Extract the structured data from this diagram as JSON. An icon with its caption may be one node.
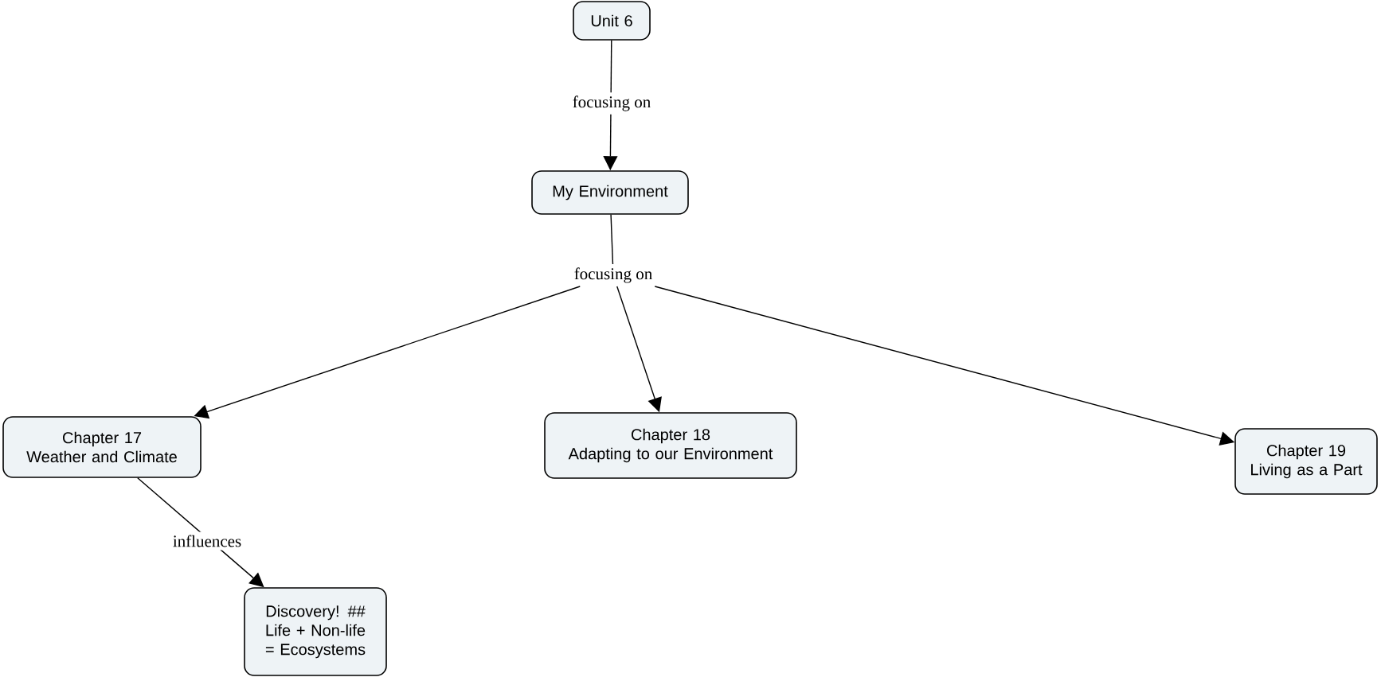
{
  "diagram": {
    "nodes": [
      {
        "text": [
          "Unit 6"
        ]
      },
      {
        "text": [
          "My Environment"
        ]
      },
      {
        "text": [
          "focusing on"
        ]
      },
      {
        "text": [
          "Chapter 17",
          "Weather and Climate"
        ]
      },
      {
        "text": [
          "Chapter 18",
          "Adapting to our Environment"
        ]
      },
      {
        "text": [
          "Chapter 19",
          "Living as a Part"
        ]
      },
      {
        "text": [
          "Discovery! ## Life + Non-life = Ecosystems"
        ]
      }
    ],
    "edges": [
      {
        "from": 0,
        "to": 1,
        "arrow": "to",
        "label": "focusing on"
      },
      {
        "from": 1,
        "to": 2,
        "arrow": "none"
      },
      {
        "from": 2,
        "to": 3,
        "arrow": "to"
      },
      {
        "from": 2,
        "to": 4,
        "arrow": "to"
      },
      {
        "from": 2,
        "to": 5,
        "arrow": "to"
      },
      {
        "from": 3,
        "to": 6,
        "arrow": "to",
        "label": "influences"
      }
    ]
  }
}
